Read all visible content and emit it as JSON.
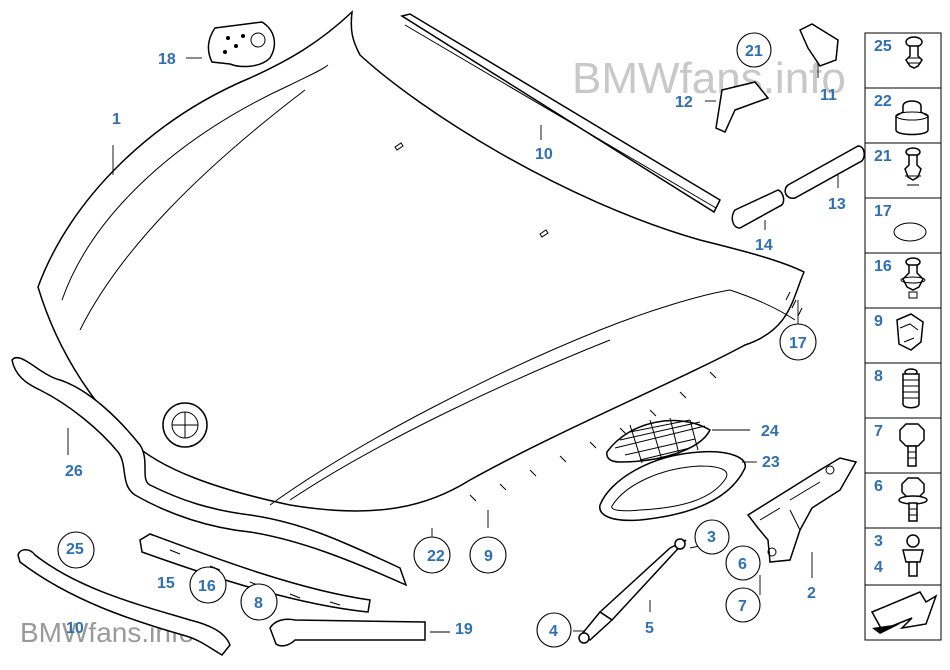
{
  "watermark_top": "BMWfans.info",
  "watermark_bottom": "BMWfans.info",
  "accent_color": "#2f6fb3",
  "callouts": {
    "c1": "1",
    "c2": "2",
    "c3": "3",
    "c4": "4",
    "c5": "5",
    "c6": "6",
    "c7": "7",
    "c8": "8",
    "c9": "9",
    "c10": "10",
    "c10b": "10",
    "c11": "11",
    "c12": "12",
    "c13": "13",
    "c14": "14",
    "c15": "15",
    "c16": "16",
    "c17": "17",
    "c18": "18",
    "c19": "19",
    "c21": "21",
    "c22": "22",
    "c23": "23",
    "c24": "24",
    "c25": "25",
    "c26": "26"
  },
  "legend": [
    {
      "label": "25",
      "icon": "push-rivet-icon"
    },
    {
      "label": "22",
      "icon": "rubber-buffer-icon"
    },
    {
      "label": "21",
      "icon": "expanding-rivet-icon"
    },
    {
      "label": "17",
      "icon": "o-ring-icon"
    },
    {
      "label": "16",
      "icon": "expanding-rivet-icon"
    },
    {
      "label": "9",
      "icon": "clip-nut-icon"
    },
    {
      "label": "8",
      "icon": "adjusting-buffer-icon"
    },
    {
      "label": "7",
      "icon": "hex-bolt-icon"
    },
    {
      "label": "6",
      "icon": "hex-bolt-washer-icon"
    },
    {
      "label": "3",
      "label2": "4",
      "icon": "ball-stud-icon"
    },
    {
      "label": "",
      "icon": "arrow-icon"
    }
  ]
}
